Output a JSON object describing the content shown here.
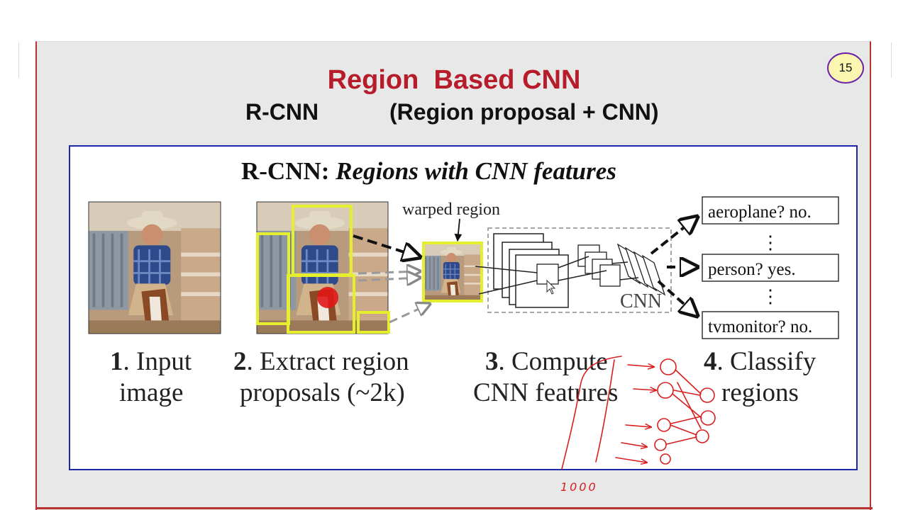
{
  "slide": {
    "number": "15",
    "title": "Region  Based CNN",
    "subtitle_left": "R-CNN",
    "subtitle_right": "(Region proposal + CNN)"
  },
  "figure": {
    "title_prefix": "R-CNN: ",
    "title_italic": "Regions with CNN features",
    "warped_label": "warped region",
    "cnn_label": "CNN",
    "steps": [
      {
        "num": "1",
        "line1": ". Input",
        "line2": "image"
      },
      {
        "num": "2",
        "line1": ". Extract region",
        "line2": "proposals (~2k)"
      },
      {
        "num": "3",
        "line1": ". Compute",
        "line2": "CNN features"
      },
      {
        "num": "4",
        "line1": ". Classify",
        "line2": "regions"
      }
    ],
    "outputs": [
      "aeroplane? no.",
      "person? yes.",
      "tvmonitor? no."
    ],
    "dots": "⋮"
  },
  "annotation": {
    "ink_color": "#d81e1e",
    "handwritten_text": "1000"
  },
  "colors": {
    "title_red": "#b71c2a",
    "frame_blue": "#1e27a8",
    "proposal_yellow": "#e6ef2e",
    "slide_border": "#b8322f",
    "badge_fill": "#fbf7b0",
    "badge_border": "#6a1fa7"
  }
}
